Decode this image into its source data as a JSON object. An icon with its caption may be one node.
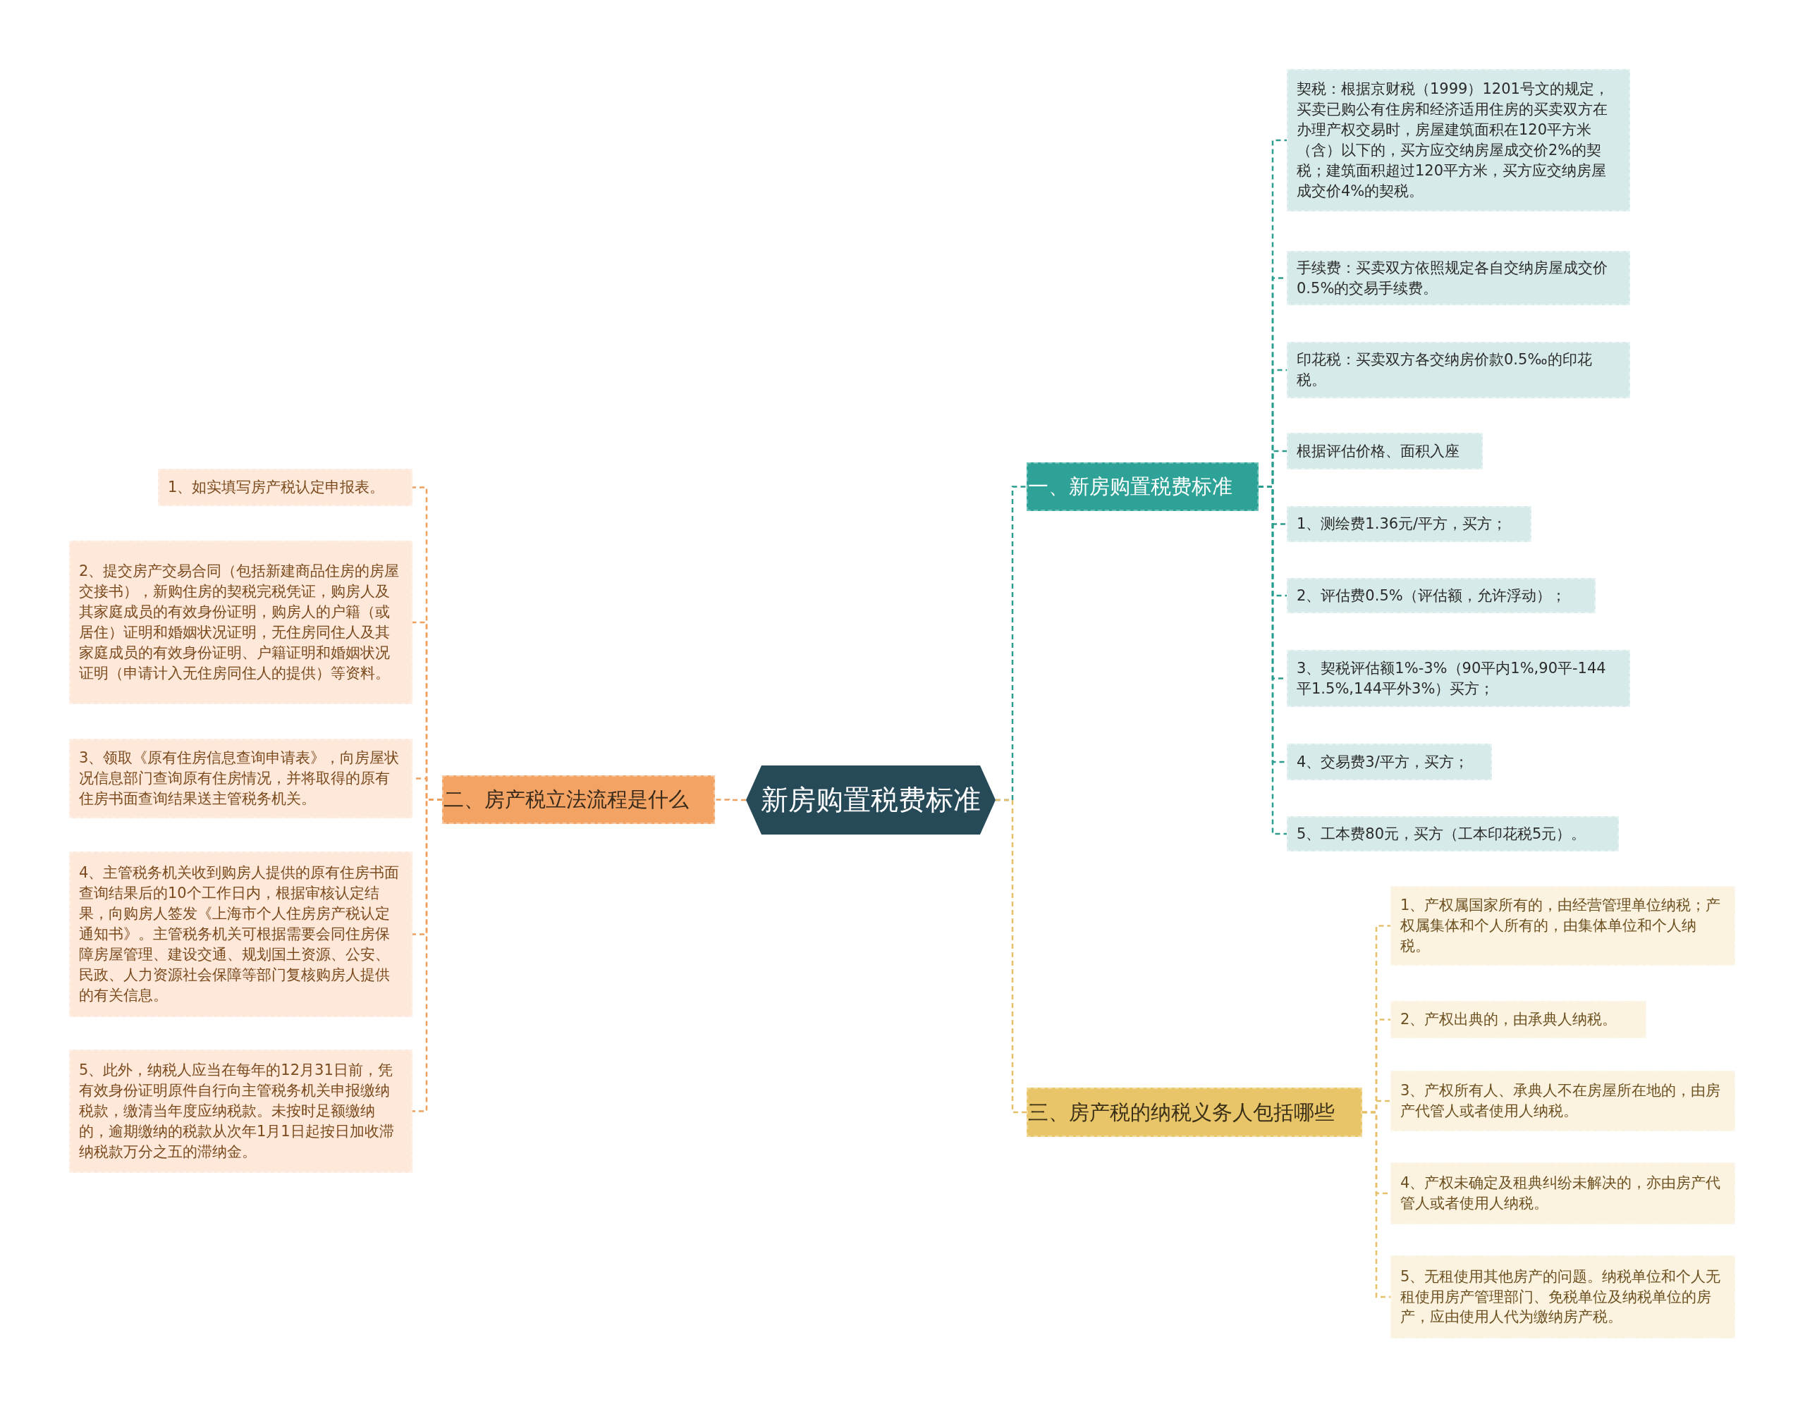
{
  "diagram": {
    "nodes": [
      {
        "text": [
          "新房购置税费标准"
        ]
      },
      {
        "text": [
          "一、新房购置税费标准"
        ]
      },
      {
        "text": [
          "二、房产税立法流程是什么"
        ]
      },
      {
        "text": [
          "三、房产税的纳税义务人包括哪些"
        ]
      },
      {
        "text": [
          "契税：根据京财税（1999）1201号文的规定，买卖已购公有住房和经济适用住房的买卖双方在办理产权交易时，房屋建筑面积在120平方米（含）以下的，买方应交纳房屋成交价2%的契税；建筑面积超过120平方米，买方应交纳房屋成交价4%的契税。"
        ]
      },
      {
        "text": [
          "手续费：买卖双方依照规定各自交纳房屋成交价0.5%的交易手续费。"
        ]
      },
      {
        "text": [
          "印花税：买卖双方各交纳房价款0.5‰的印花税。"
        ]
      },
      {
        "text": [
          "根据评估价格、面积入座"
        ]
      },
      {
        "text": [
          "1、测绘费1.36元/平方，买方；"
        ]
      },
      {
        "text": [
          "2、评估费0.5%（评估额，允许浮动）；"
        ]
      },
      {
        "text": [
          "3、契税评估额1%-3%（90平内1%,90平-144平1.5%,144平外3%）买方；"
        ]
      },
      {
        "text": [
          "4、交易费3/平方，买方；"
        ]
      },
      {
        "text": [
          "5、工本费80元，买方（工本印花税5元）。"
        ]
      },
      {
        "text": [
          "1、如实填写房产税认定申报表。"
        ]
      },
      {
        "text": [
          "2、提交房产交易合同（包括新建商品住房的房屋交接书），新购住房的契税完税凭证，购房人及其家庭成员的有效身份证明，购房人的户籍（或居住）证明和婚姻状况证明，无住房同住人及其家庭成员的有效身份证明、户籍证明和婚姻状况证明（申请计入无住房同住人的提供）等资料。"
        ]
      },
      {
        "text": [
          "3、领取《原有住房信息查询申请表》，向房屋状况信息部门查询原有住房情况，并将取得的原有住房书面查询结果送主管税务机关。"
        ]
      },
      {
        "text": [
          "4、主管税务机关收到购房人提供的原有住房书面查询结果后的10个工作日内，根据审核认定结果，向购房人签发《上海市个人住房房产税认定通知书》。主管税务机关可根据需要会同住房保障房屋管理、建设交通、规划国土资源、公安、民政、人力资源社会保障等部门复核购房人提供的有关信息。"
        ]
      },
      {
        "text": [
          "5、此外，纳税人应当在每年的12月31日前，凭有效身份证明原件自行向主管税务机关申报缴纳税款，缴清当年度应纳税款。未按时足额缴纳的，逾期缴纳的税款从次年1月1日起按日加收滞纳税款万分之五的滞纳金。"
        ]
      },
      {
        "text": [
          "1、产权属国家所有的，由经营管理单位纳税；产权属集体和个人所有的，由集体单位和个人纳税。"
        ]
      },
      {
        "text": [
          "2、产权出典的，由承典人纳税。"
        ]
      },
      {
        "text": [
          "3、产权所有人、承典人不在房屋所在地的，由房产代管人或者使用人纳税。"
        ]
      },
      {
        "text": [
          "4、产权未确定及租典纠纷未解决的，亦由房产代管人或者使用人纳税。"
        ]
      },
      {
        "text": [
          "5、无租使用其他房产的问题。纳税单位和个人无租使用房产管理部门、免税单位及纳税单位的房产，应由使用人代为缴纳房产税。"
        ]
      }
    ],
    "edges": [
      {
        "from": 0,
        "to": 1,
        "arrow": "none",
        "style": "dashed",
        "color": "#2a9d8f"
      },
      {
        "from": 0,
        "to": 2,
        "arrow": "none",
        "style": "dashed",
        "color": "#f0a05e"
      },
      {
        "from": 0,
        "to": 3,
        "arrow": "none",
        "style": "dashed",
        "color": "#e5c068"
      },
      {
        "from": 1,
        "to": 4,
        "arrow": "none",
        "style": "dashed",
        "color": "#2a9d8f"
      },
      {
        "from": 1,
        "to": 5,
        "arrow": "none",
        "style": "dashed",
        "color": "#2a9d8f"
      },
      {
        "from": 1,
        "to": 6,
        "arrow": "none",
        "style": "dashed",
        "color": "#2a9d8f"
      },
      {
        "from": 1,
        "to": 7,
        "arrow": "none",
        "style": "dashed",
        "color": "#2a9d8f"
      },
      {
        "from": 1,
        "to": 8,
        "arrow": "none",
        "style": "dashed",
        "color": "#2a9d8f"
      },
      {
        "from": 1,
        "to": 9,
        "arrow": "none",
        "style": "dashed",
        "color": "#2a9d8f"
      },
      {
        "from": 1,
        "to": 10,
        "arrow": "none",
        "style": "dashed",
        "color": "#2a9d8f"
      },
      {
        "from": 1,
        "to": 11,
        "arrow": "none",
        "style": "dashed",
        "color": "#2a9d8f"
      },
      {
        "from": 1,
        "to": 12,
        "arrow": "none",
        "style": "dashed",
        "color": "#2a9d8f"
      },
      {
        "from": 2,
        "to": 13,
        "arrow": "none",
        "style": "dashed",
        "color": "#f0a05e"
      },
      {
        "from": 2,
        "to": 14,
        "arrow": "none",
        "style": "dashed",
        "color": "#f0a05e"
      },
      {
        "from": 2,
        "to": 15,
        "arrow": "none",
        "style": "dashed",
        "color": "#f0a05e"
      },
      {
        "from": 2,
        "to": 16,
        "arrow": "none",
        "style": "dashed",
        "color": "#f0a05e"
      },
      {
        "from": 2,
        "to": 17,
        "arrow": "none",
        "style": "dashed",
        "color": "#f0a05e"
      },
      {
        "from": 3,
        "to": 18,
        "arrow": "none",
        "style": "dashed",
        "color": "#e5c068"
      },
      {
        "from": 3,
        "to": 19,
        "arrow": "none",
        "style": "dashed",
        "color": "#e5c068"
      },
      {
        "from": 3,
        "to": 20,
        "arrow": "none",
        "style": "dashed",
        "color": "#e5c068"
      },
      {
        "from": 3,
        "to": 21,
        "arrow": "none",
        "style": "dashed",
        "color": "#e5c068"
      },
      {
        "from": 3,
        "to": 22,
        "arrow": "none",
        "style": "dashed",
        "color": "#e5c068"
      }
    ]
  }
}
